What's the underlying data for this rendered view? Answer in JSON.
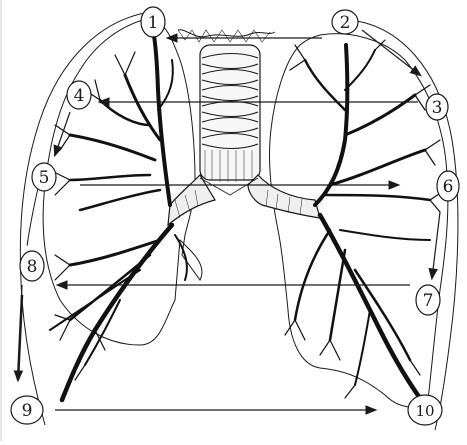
{
  "markers": [
    {
      "id": "1",
      "label": "1"
    },
    {
      "id": "2",
      "label": "2"
    },
    {
      "id": "3",
      "label": "3"
    },
    {
      "id": "4",
      "label": "4"
    },
    {
      "id": "5",
      "label": "5"
    },
    {
      "id": "6",
      "label": "6"
    },
    {
      "id": "7",
      "label": "7"
    },
    {
      "id": "8",
      "label": "8"
    },
    {
      "id": "9",
      "label": "9"
    },
    {
      "id": "10",
      "label": "10"
    }
  ],
  "colors": {
    "ink": "#1a1a1a",
    "background": "#ffffff"
  }
}
